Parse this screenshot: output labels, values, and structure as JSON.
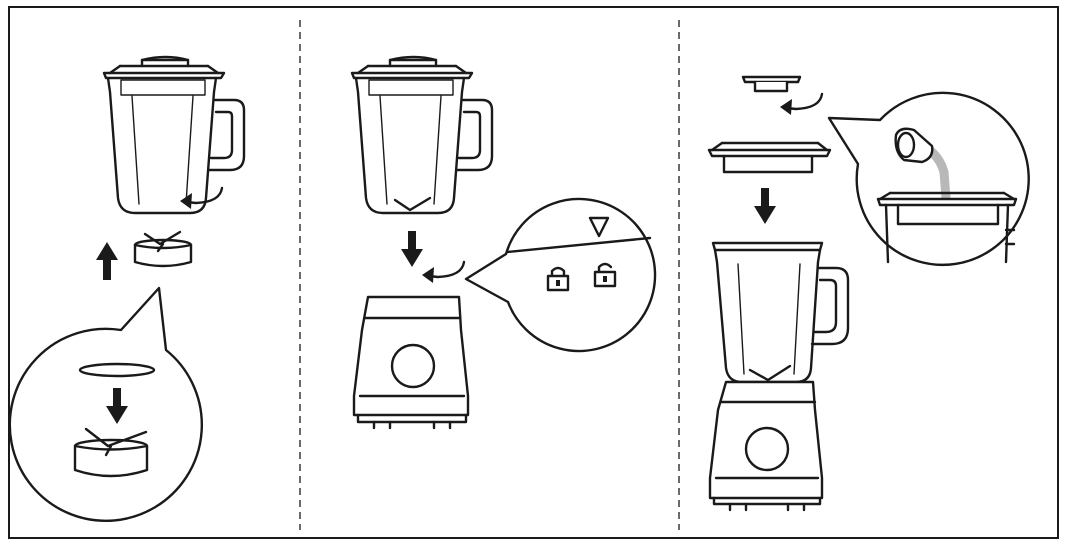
{
  "figure": {
    "panel_count": 3,
    "panels": [
      {
        "id": "step-1",
        "depicts": "jar-and-blade-assembly"
      },
      {
        "id": "step-2",
        "depicts": "jar-onto-motor-base-lock"
      },
      {
        "id": "step-3",
        "depicts": "lid-and-filling-cap"
      }
    ]
  },
  "icons": [
    "up-arrow-icon",
    "down-arrow-icon",
    "rotate-arrow-icon",
    "lock-closed-icon",
    "lock-open-icon",
    "triangle-marker-icon"
  ],
  "colors": {
    "line": "#1a1a1a",
    "background": "#ffffff",
    "pour_stream": "#b8b8b8"
  }
}
